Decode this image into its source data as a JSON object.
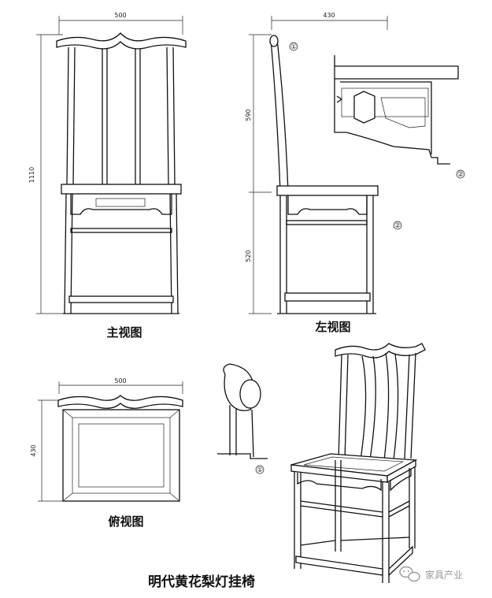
{
  "front_view": {
    "label": "主视图",
    "width_dim": "500",
    "height_dim": "1110"
  },
  "side_view": {
    "label": "左视图",
    "depth_dim": "430",
    "upper_dim": "590",
    "lower_dim": "520"
  },
  "top_view": {
    "label": "俯视图",
    "width_dim": "500",
    "depth_dim": "430"
  },
  "callouts": {
    "c1": "①",
    "c2": "②"
  },
  "title": "明代黄花梨灯挂椅",
  "watermark": {
    "text": "家具产业",
    "icon": "wechat-icon"
  }
}
